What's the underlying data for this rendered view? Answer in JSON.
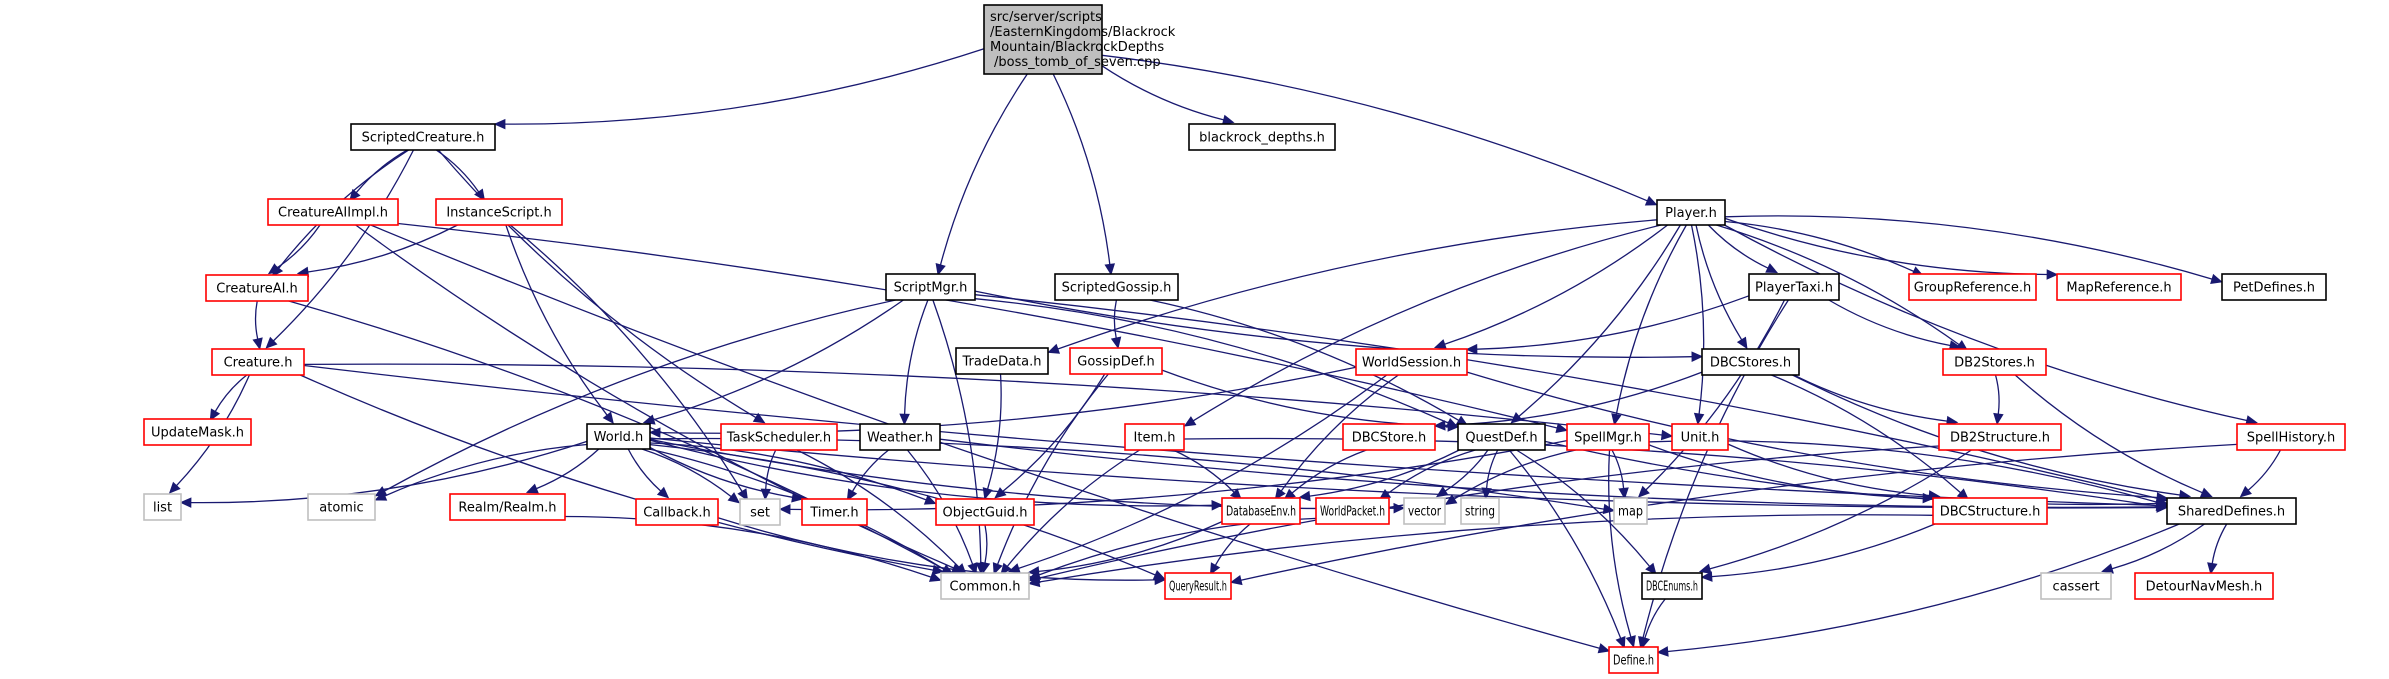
{
  "diagram": {
    "type": "include-dependency-graph",
    "colors": {
      "edge": "#191970",
      "root_fill": "#bfbfbf",
      "documented_border": "#000000",
      "truncated_border": "#ff0000",
      "external_border": "#bfbfbf"
    },
    "root": {
      "id": "root",
      "lines": [
        "src/server/scripts",
        "/EasternKingdoms/Blackrock",
        "Mountain/BlackrockDepths",
        "/boss_tomb_of_seven.cpp"
      ]
    },
    "nodes": [
      {
        "id": "ScriptedCreature",
        "label": "ScriptedCreature.h",
        "kind": "black"
      },
      {
        "id": "blackrock_depths",
        "label": "blackrock_depths.h",
        "kind": "black"
      },
      {
        "id": "Player",
        "label": "Player.h",
        "kind": "black"
      },
      {
        "id": "CreatureAIImpl",
        "label": "CreatureAIImpl.h",
        "kind": "red"
      },
      {
        "id": "InstanceScript",
        "label": "InstanceScript.h",
        "kind": "red"
      },
      {
        "id": "CreatureAI",
        "label": "CreatureAI.h",
        "kind": "red"
      },
      {
        "id": "Creature",
        "label": "Creature.h",
        "kind": "red"
      },
      {
        "id": "ScriptMgr",
        "label": "ScriptMgr.h",
        "kind": "black"
      },
      {
        "id": "ScriptedGossip",
        "label": "ScriptedGossip.h",
        "kind": "black"
      },
      {
        "id": "PlayerTaxi",
        "label": "PlayerTaxi.h",
        "kind": "black"
      },
      {
        "id": "GroupReference",
        "label": "GroupReference.h",
        "kind": "red"
      },
      {
        "id": "MapReference",
        "label": "MapReference.h",
        "kind": "red"
      },
      {
        "id": "PetDefines",
        "label": "PetDefines.h",
        "kind": "black"
      },
      {
        "id": "TradeData",
        "label": "TradeData.h",
        "kind": "black"
      },
      {
        "id": "GossipDef",
        "label": "GossipDef.h",
        "kind": "red"
      },
      {
        "id": "WorldSession",
        "label": "WorldSession.h",
        "kind": "red"
      },
      {
        "id": "DBCStores",
        "label": "DBCStores.h",
        "kind": "black"
      },
      {
        "id": "DB2Stores",
        "label": "DB2Stores.h",
        "kind": "red"
      },
      {
        "id": "UpdateMask",
        "label": "UpdateMask.h",
        "kind": "red"
      },
      {
        "id": "World",
        "label": "World.h",
        "kind": "black"
      },
      {
        "id": "TaskScheduler",
        "label": "TaskScheduler.h",
        "kind": "red"
      },
      {
        "id": "Weather",
        "label": "Weather.h",
        "kind": "black"
      },
      {
        "id": "Item",
        "label": "Item.h",
        "kind": "red"
      },
      {
        "id": "DBCStore",
        "label": "DBCStore.h",
        "kind": "red"
      },
      {
        "id": "QuestDef",
        "label": "QuestDef.h",
        "kind": "black"
      },
      {
        "id": "SpellMgr",
        "label": "SpellMgr.h",
        "kind": "red"
      },
      {
        "id": "Unit",
        "label": "Unit.h",
        "kind": "red"
      },
      {
        "id": "DB2Structure",
        "label": "DB2Structure.h",
        "kind": "red"
      },
      {
        "id": "SpellHistory",
        "label": "SpellHistory.h",
        "kind": "red"
      },
      {
        "id": "list",
        "label": "list",
        "kind": "gray"
      },
      {
        "id": "atomic",
        "label": "atomic",
        "kind": "gray"
      },
      {
        "id": "RealmRealm",
        "label": "Realm/Realm.h",
        "kind": "red"
      },
      {
        "id": "Callback",
        "label": "Callback.h",
        "kind": "red"
      },
      {
        "id": "set",
        "label": "set",
        "kind": "gray"
      },
      {
        "id": "Timer",
        "label": "Timer.h",
        "kind": "red"
      },
      {
        "id": "ObjectGuid",
        "label": "ObjectGuid.h",
        "kind": "red"
      },
      {
        "id": "DatabaseEnv",
        "label": "DatabaseEnv.h",
        "kind": "red"
      },
      {
        "id": "WorldPacket",
        "label": "WorldPacket.h",
        "kind": "red"
      },
      {
        "id": "vector",
        "label": "vector",
        "kind": "gray"
      },
      {
        "id": "string",
        "label": "string",
        "kind": "gray"
      },
      {
        "id": "map",
        "label": "map",
        "kind": "gray"
      },
      {
        "id": "DBCStructure",
        "label": "DBCStructure.h",
        "kind": "red"
      },
      {
        "id": "SharedDefines",
        "label": "SharedDefines.h",
        "kind": "black"
      },
      {
        "id": "Common",
        "label": "Common.h",
        "kind": "gray"
      },
      {
        "id": "QueryResult",
        "label": "QueryResult.h",
        "kind": "red"
      },
      {
        "id": "DBCEnums",
        "label": "DBCEnums.h",
        "kind": "black"
      },
      {
        "id": "cassert",
        "label": "cassert",
        "kind": "gray"
      },
      {
        "id": "DetourNavMesh",
        "label": "DetourNavMesh.h",
        "kind": "red"
      },
      {
        "id": "Define",
        "label": "Define.h",
        "kind": "red"
      }
    ],
    "edges": [
      [
        "root",
        "ScriptedCreature"
      ],
      [
        "root",
        "blackrock_depths"
      ],
      [
        "root",
        "Player"
      ],
      [
        "root",
        "ScriptMgr"
      ],
      [
        "root",
        "ScriptedGossip"
      ],
      [
        "ScriptedCreature",
        "CreatureAIImpl"
      ],
      [
        "ScriptedCreature",
        "InstanceScript"
      ],
      [
        "ScriptedCreature",
        "CreatureAI"
      ],
      [
        "ScriptedCreature",
        "Creature"
      ],
      [
        "ScriptedCreature",
        "TaskScheduler"
      ],
      [
        "CreatureAIImpl",
        "CreatureAI"
      ],
      [
        "CreatureAIImpl",
        "Common"
      ],
      [
        "CreatureAIImpl",
        "SpellMgr"
      ],
      [
        "CreatureAIImpl",
        "Define"
      ],
      [
        "InstanceScript",
        "CreatureAI"
      ],
      [
        "InstanceScript",
        "World"
      ],
      [
        "InstanceScript",
        "set"
      ],
      [
        "CreatureAI",
        "Creature"
      ],
      [
        "CreatureAI",
        "Common"
      ],
      [
        "Creature",
        "UpdateMask"
      ],
      [
        "Creature",
        "list"
      ],
      [
        "Creature",
        "Common"
      ],
      [
        "Creature",
        "Unit"
      ],
      [
        "Creature",
        "SharedDefines"
      ],
      [
        "ScriptMgr",
        "World"
      ],
      [
        "ScriptMgr",
        "Weather"
      ],
      [
        "ScriptMgr",
        "QuestDef"
      ],
      [
        "ScriptMgr",
        "DBCStores"
      ],
      [
        "ScriptMgr",
        "SharedDefines"
      ],
      [
        "ScriptMgr",
        "atomic"
      ],
      [
        "ScriptMgr",
        "Common"
      ],
      [
        "ScriptedGossip",
        "GossipDef"
      ],
      [
        "ScriptedGossip",
        "QuestDef"
      ],
      [
        "Player",
        "PlayerTaxi"
      ],
      [
        "Player",
        "GroupReference"
      ],
      [
        "Player",
        "MapReference"
      ],
      [
        "Player",
        "PetDefines"
      ],
      [
        "Player",
        "TradeData"
      ],
      [
        "Player",
        "WorldSession"
      ],
      [
        "Player",
        "DBCStores"
      ],
      [
        "Player",
        "DB2Stores"
      ],
      [
        "Player",
        "Item"
      ],
      [
        "Player",
        "QuestDef"
      ],
      [
        "Player",
        "SpellMgr"
      ],
      [
        "Player",
        "Unit"
      ],
      [
        "Player",
        "SpellHistory"
      ],
      [
        "PlayerTaxi",
        "WorldSession"
      ],
      [
        "PlayerTaxi",
        "DB2Stores"
      ],
      [
        "PlayerTaxi",
        "map"
      ],
      [
        "PlayerTaxi",
        "Define"
      ],
      [
        "TradeData",
        "ObjectGuid"
      ],
      [
        "GossipDef",
        "QuestDef"
      ],
      [
        "GossipDef",
        "ObjectGuid"
      ],
      [
        "GossipDef",
        "Common"
      ],
      [
        "WorldSession",
        "World"
      ],
      [
        "WorldSession",
        "DatabaseEnv"
      ],
      [
        "WorldSession",
        "Common"
      ],
      [
        "WorldSession",
        "SharedDefines"
      ],
      [
        "DBCStores",
        "DBCStore"
      ],
      [
        "DBCStores",
        "DB2Structure"
      ],
      [
        "DBCStores",
        "DBCStructure"
      ],
      [
        "DBCStores",
        "SharedDefines"
      ],
      [
        "DB2Stores",
        "DB2Structure"
      ],
      [
        "DB2Stores",
        "SharedDefines"
      ],
      [
        "World",
        "list"
      ],
      [
        "World",
        "atomic"
      ],
      [
        "World",
        "RealmRealm"
      ],
      [
        "World",
        "Callback"
      ],
      [
        "World",
        "set"
      ],
      [
        "World",
        "Timer"
      ],
      [
        "World",
        "ObjectGuid"
      ],
      [
        "World",
        "DatabaseEnv"
      ],
      [
        "World",
        "Common"
      ],
      [
        "World",
        "vector"
      ],
      [
        "World",
        "map"
      ],
      [
        "World",
        "SharedDefines"
      ],
      [
        "World",
        "QueryResult"
      ],
      [
        "TaskScheduler",
        "set"
      ],
      [
        "TaskScheduler",
        "Common"
      ],
      [
        "Weather",
        "Timer"
      ],
      [
        "Weather",
        "Common"
      ],
      [
        "Weather",
        "SharedDefines"
      ],
      [
        "Item",
        "DatabaseEnv"
      ],
      [
        "Item",
        "Common"
      ],
      [
        "Item",
        "SharedDefines"
      ],
      [
        "DBCStore",
        "DatabaseEnv"
      ],
      [
        "QuestDef",
        "DatabaseEnv"
      ],
      [
        "QuestDef",
        "WorldPacket"
      ],
      [
        "QuestDef",
        "vector"
      ],
      [
        "QuestDef",
        "string"
      ],
      [
        "QuestDef",
        "DBCEnums"
      ],
      [
        "QuestDef",
        "SharedDefines"
      ],
      [
        "QuestDef",
        "Define"
      ],
      [
        "SpellMgr",
        "vector"
      ],
      [
        "SpellMgr",
        "map"
      ],
      [
        "SpellMgr",
        "DBCStructure"
      ],
      [
        "SpellMgr",
        "SharedDefines"
      ],
      [
        "SpellMgr",
        "Define"
      ],
      [
        "SpellMgr",
        "set"
      ],
      [
        "Unit",
        "DBCStructure"
      ],
      [
        "DB2Structure",
        "DBCEnums"
      ],
      [
        "DB2Structure",
        "Common"
      ],
      [
        "SpellHistory",
        "SharedDefines"
      ],
      [
        "SpellHistory",
        "QueryResult"
      ],
      [
        "RealmRealm",
        "Common"
      ],
      [
        "Callback",
        "QueryResult"
      ],
      [
        "ObjectGuid",
        "Common"
      ],
      [
        "DatabaseEnv",
        "QueryResult"
      ],
      [
        "DatabaseEnv",
        "Common"
      ],
      [
        "WorldPacket",
        "Common"
      ],
      [
        "DBCStructure",
        "DBCEnums"
      ],
      [
        "DBCStructure",
        "Common"
      ],
      [
        "SharedDefines",
        "cassert"
      ],
      [
        "SharedDefines",
        "DetourNavMesh"
      ],
      [
        "SharedDefines",
        "Define"
      ],
      [
        "DBCEnums",
        "Define"
      ]
    ]
  }
}
